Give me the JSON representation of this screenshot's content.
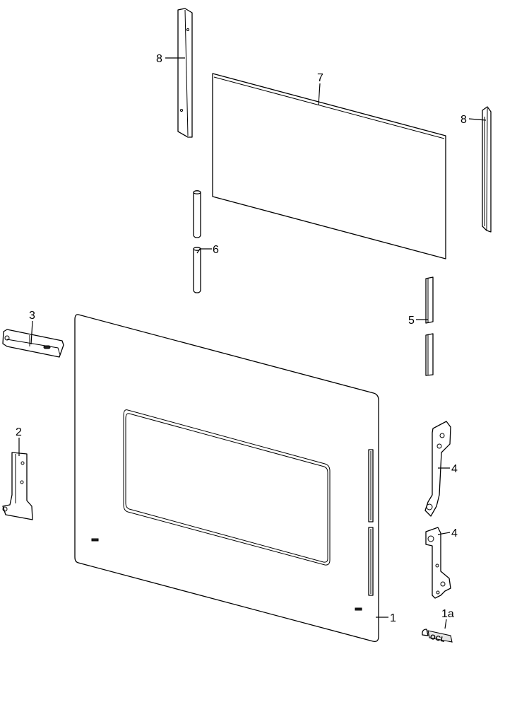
{
  "callouts": {
    "door_glass_outer": "1",
    "logo_badge": "1a",
    "hinge_bracket_left": "2",
    "top_bracket_left": "3",
    "hinge_bracket_upper": "4",
    "hinge_bracket_lower": "4",
    "spacer_right": "5",
    "spacer_left": "6",
    "inner_glass": "7",
    "side_trim_left": "8",
    "side_trim_right": "8"
  },
  "logo_text": "OCL"
}
